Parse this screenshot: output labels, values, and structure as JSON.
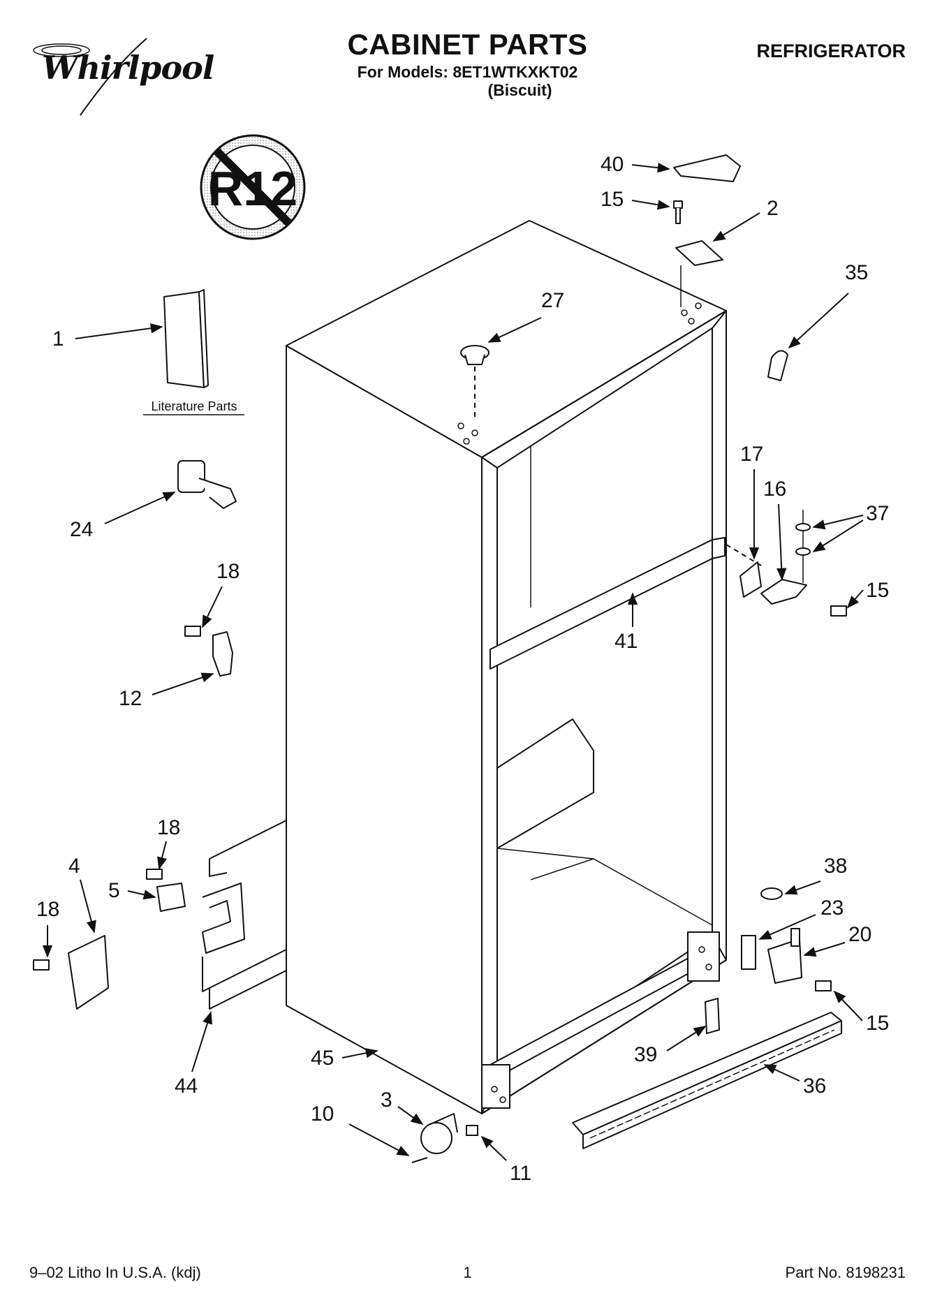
{
  "header": {
    "brand": "Whirlpool",
    "title": "CABINET PARTS",
    "models_line": "For Models: 8ET1WTKXKT02",
    "color_line": "(Biscuit)",
    "appliance": "REFRIGERATOR"
  },
  "diagram": {
    "no_r12_badge": "R12",
    "literature_label": "Literature Parts",
    "callouts": {
      "c1": "1",
      "c2": "2",
      "c3": "3",
      "c4": "4",
      "c5": "5",
      "c10": "10",
      "c11": "11",
      "c12": "12",
      "c15a": "15",
      "c15b": "15",
      "c15c": "15",
      "c16": "16",
      "c17": "17",
      "c18a": "18",
      "c18b": "18",
      "c18c": "18",
      "c20": "20",
      "c23": "23",
      "c24": "24",
      "c27": "27",
      "c35": "35",
      "c36": "36",
      "c37": "37",
      "c38": "38",
      "c39": "39",
      "c40": "40",
      "c41": "41",
      "c44": "44",
      "c45": "45"
    }
  },
  "footer": {
    "left": "9–02 Litho In U.S.A. (kdj)",
    "center": "1",
    "right": "Part No. 8198231"
  }
}
